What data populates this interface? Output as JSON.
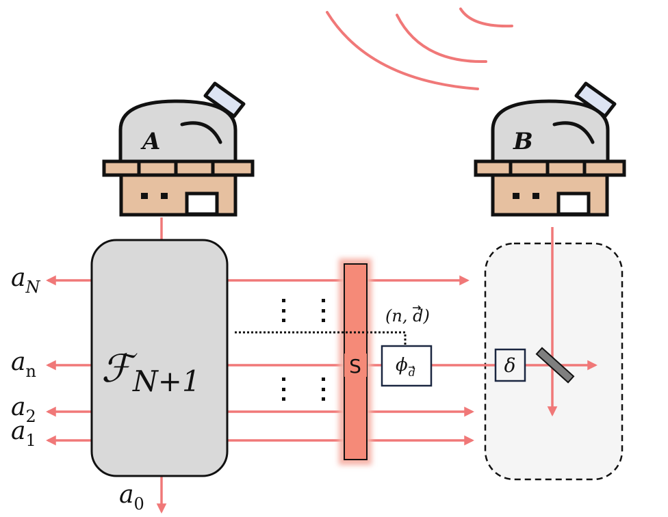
{
  "colors": {
    "beam": "#f07878",
    "box_fill": "#d9d9d9",
    "slm_fill": "#f58a78",
    "slm_glow": "#f6b3a8",
    "dome": "#d9d9d9",
    "brick": "#e6c0a0",
    "telescope_lens": "#dde4f3",
    "dashed_fill": "#f5f5f5",
    "dark": "#111111"
  },
  "observatories": [
    {
      "id": "A",
      "label": "A"
    },
    {
      "id": "B",
      "label": "B"
    }
  ],
  "fourier_box": {
    "symbol": "ℱ",
    "subscript": "N+1"
  },
  "slm": {
    "label": "S"
  },
  "phase_box": {
    "symbol": "ϕ",
    "subscript": "d"
  },
  "delay_box": {
    "symbol": "δ"
  },
  "index_label": "(n, d)",
  "outputs": [
    {
      "id": "aN",
      "base": "a",
      "sub": "N"
    },
    {
      "id": "an",
      "base": "a",
      "sub": "n"
    },
    {
      "id": "a2",
      "base": "a",
      "sub": "2"
    },
    {
      "id": "a1",
      "base": "a",
      "sub": "1"
    },
    {
      "id": "a0",
      "base": "a",
      "sub": "0"
    }
  ]
}
